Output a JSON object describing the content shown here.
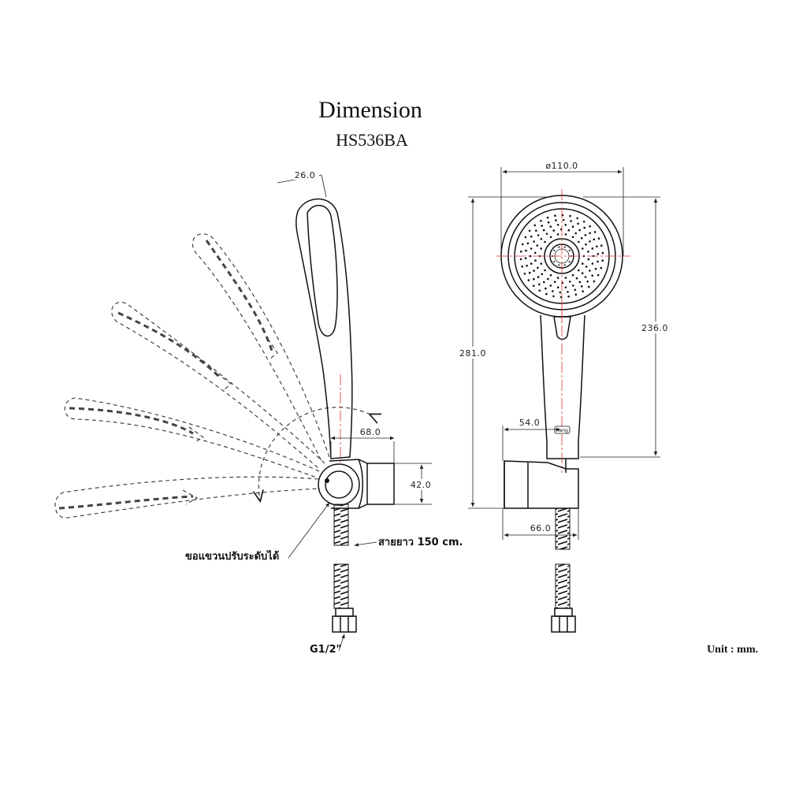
{
  "title": "Dimension",
  "model": "HS536BA",
  "unit_note": "Unit : mm.",
  "side_view": {
    "head_width": "26.0",
    "holder_depth": "68.0",
    "holder_height": "42.0",
    "hose_label": "สายยาว 150 cm.",
    "adjustable_label": "ขอแขวนปรับระดับได้",
    "thread_label": "G1/2\""
  },
  "front_view": {
    "head_diameter": "ø110.0",
    "total_height": "281.0",
    "shower_height": "236.0",
    "holder_offset": "54.0",
    "holder_base": "66.0",
    "logo_text": "Hang"
  }
}
